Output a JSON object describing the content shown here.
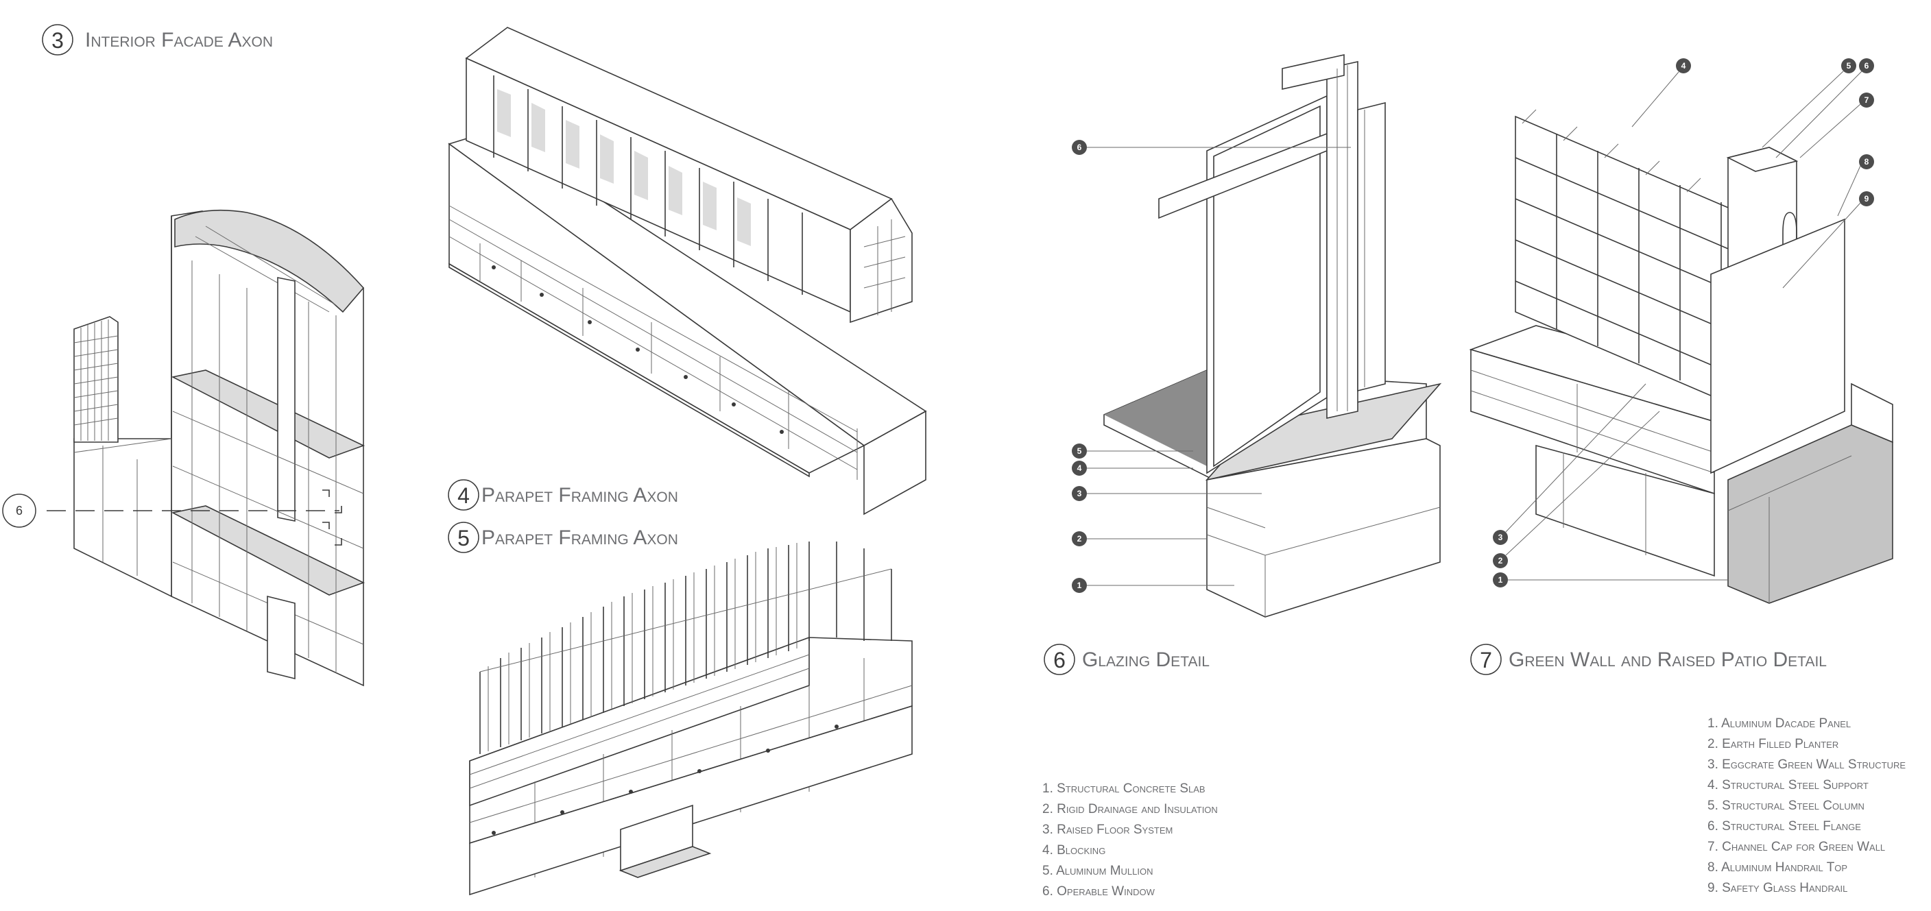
{
  "titles": {
    "d3": {
      "num": "3",
      "text": "Interior Facade Axon"
    },
    "d4": {
      "num": "4",
      "text": "Parapet Framing Axon"
    },
    "d5": {
      "num": "5",
      "text": "Parapet Framing Axon"
    },
    "d6": {
      "num": "6",
      "text": "Glazing Detail"
    },
    "d7": {
      "num": "7",
      "text": "Green Wall and Raised Patio Detail"
    }
  },
  "section_tag": "6",
  "glazing_callouts": [
    "6",
    "5",
    "4",
    "3",
    "2",
    "1"
  ],
  "greenwall_callouts": [
    "4",
    "5",
    "6",
    "7",
    "8",
    "9",
    "3",
    "2",
    "1"
  ],
  "legend_glazing": [
    "1. Structural Concrete Slab",
    "2. Rigid Drainage and Insulation",
    "3. Raised Floor System",
    "4. Blocking",
    "5. Aluminum Mullion",
    "6. Operable Window"
  ],
  "legend_greenwall": [
    "1. Aluminum Dacade Panel",
    "2. Earth Filled Planter",
    "3. Eggcrate Green Wall Structure",
    "4. Structural Steel Support",
    "5. Structural Steel Column",
    "6. Structural Steel Flange",
    "7. Channel Cap for Green Wall",
    "8. Aluminum Handrail Top",
    "9. Safety Glass Handrail"
  ]
}
